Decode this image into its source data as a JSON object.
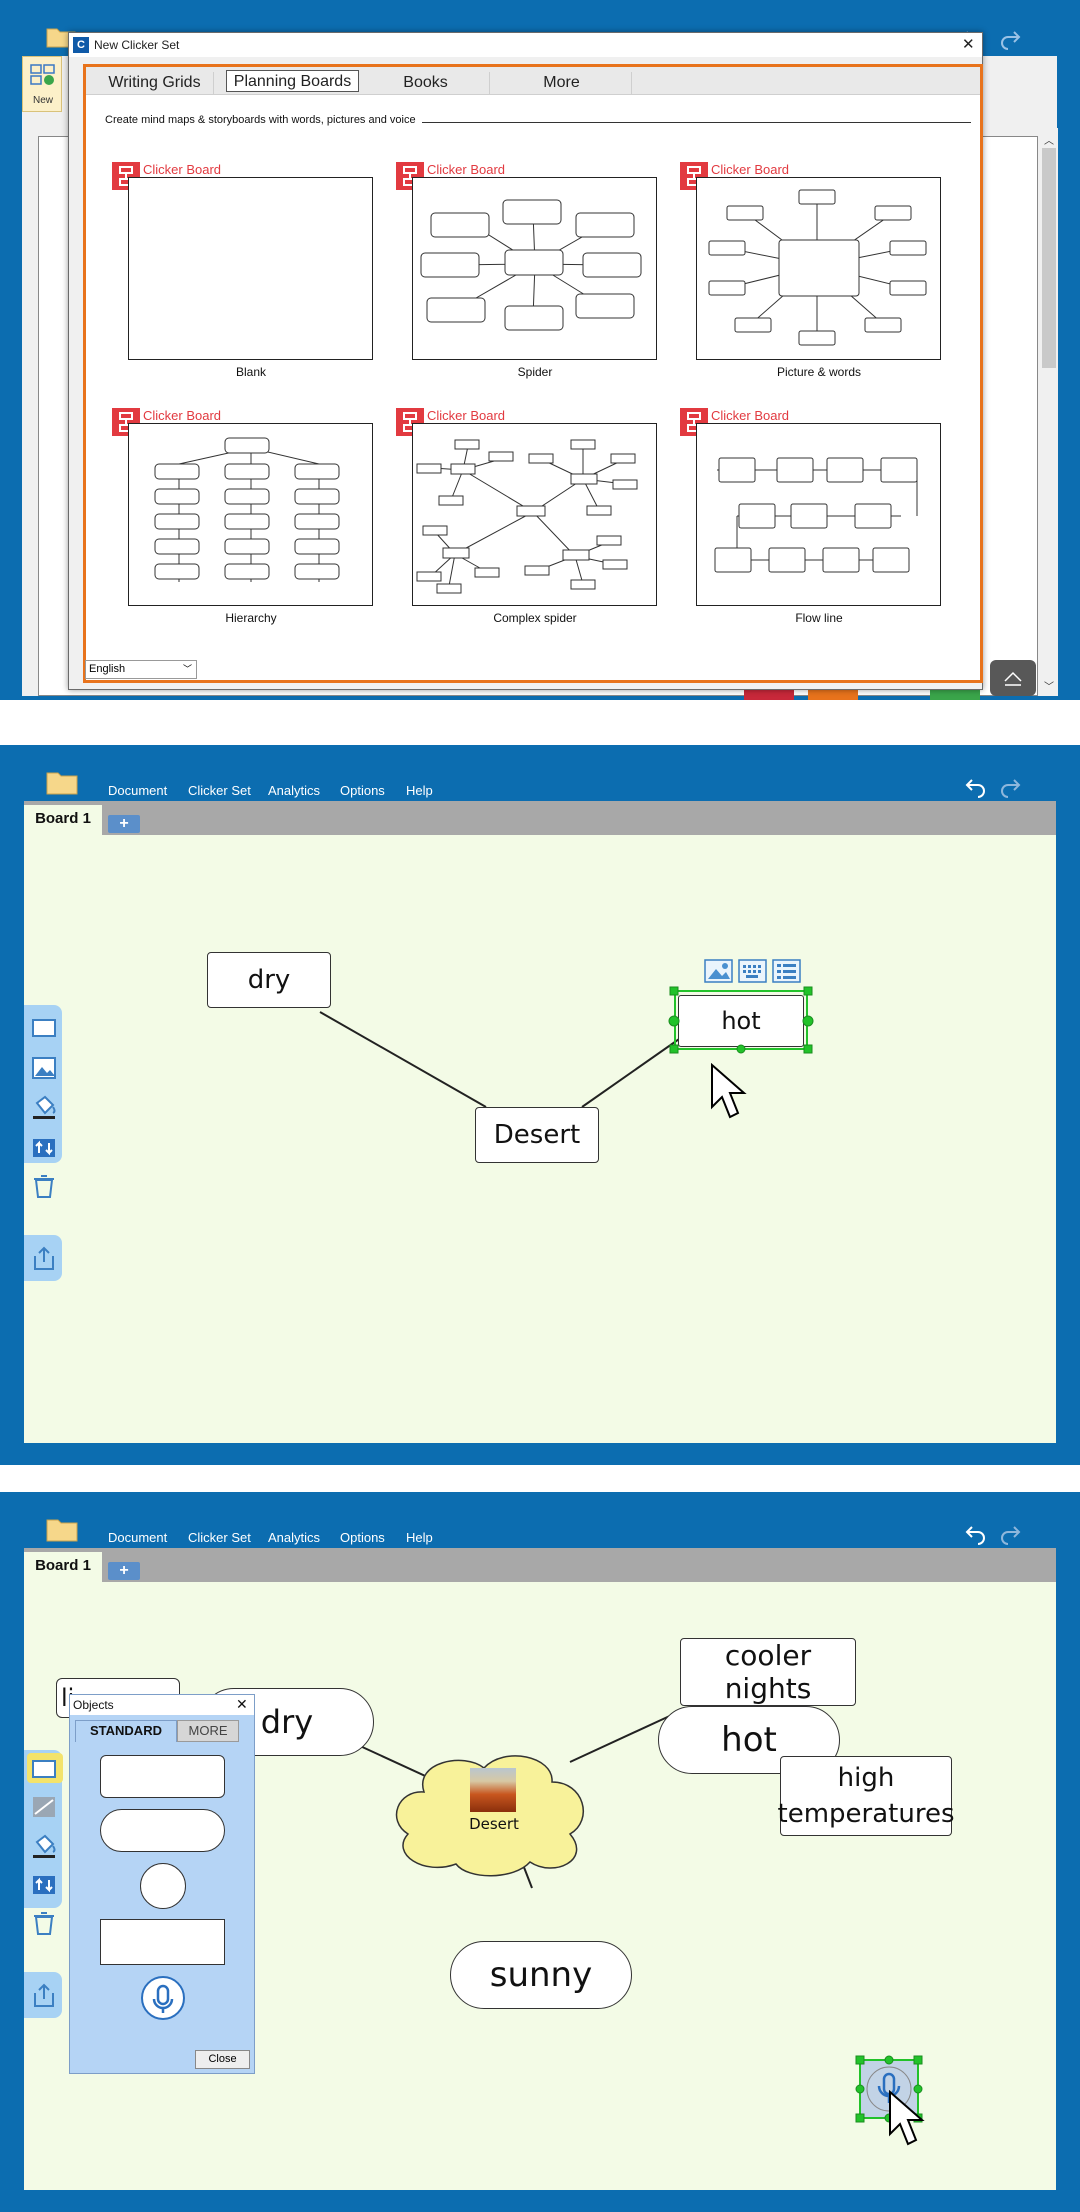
{
  "dialog": {
    "title": "New Clicker Set",
    "tabs": [
      "Writing Grids",
      "Planning Boards",
      "Books",
      "More"
    ],
    "selected_tab": "Planning Boards",
    "description": "Create mind maps & storyboards with words, pictures and voice",
    "badge": "Clicker Board",
    "templates": [
      "Blank",
      "Spider",
      "Picture & words",
      "Hierarchy",
      "Complex spider",
      "Flow line"
    ],
    "language": "English",
    "close_symbol": "✕"
  },
  "background_app": {
    "new_label": "New"
  },
  "menu": [
    "Document",
    "Clicker Set",
    "Analytics",
    "Options",
    "Help"
  ],
  "board_tab": "Board 1",
  "add_tab": "+",
  "board1": {
    "nodes": {
      "dry": "dry",
      "hot": "hot",
      "desert": "Desert"
    }
  },
  "board2": {
    "nodes": {
      "dry": "dry",
      "hot": "hot",
      "cooler_nights": "cooler nights",
      "high_temp_1": "high",
      "high_temp_2": "temperatures",
      "desert": "Desert",
      "sunny": "sunny",
      "partial": "li"
    }
  },
  "objects_palette": {
    "title": "Objects",
    "tabs": [
      "STANDARD",
      "MORE"
    ],
    "close_label": "Close",
    "close_symbol": "✕"
  },
  "colors": {
    "frame_blue": "#0c6db0",
    "canvas_green": "#f3fbe6",
    "dialog_accent": "#e8731c",
    "clicker_red": "#e23a40",
    "selection_green": "#22c22a"
  }
}
